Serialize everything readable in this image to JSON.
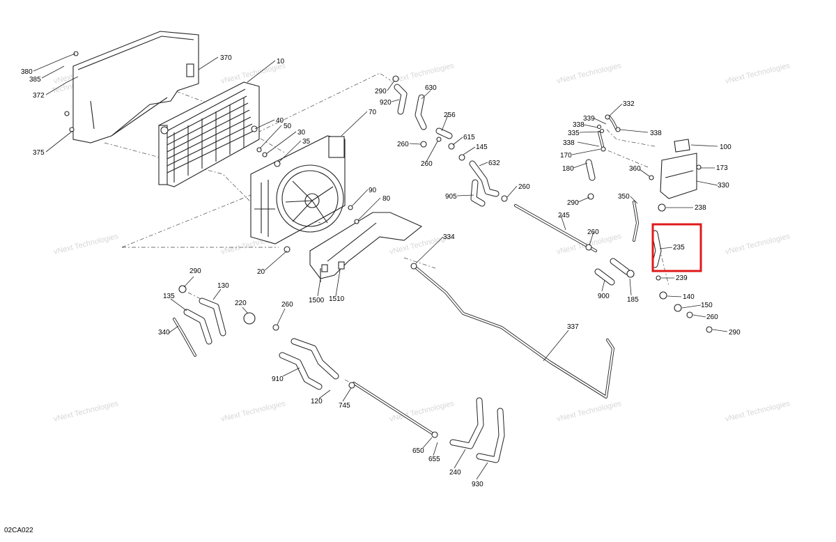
{
  "watermark": "vNext Technologies",
  "figure_code": "02CA022",
  "highlight_color": "#e0191b",
  "callouts": [
    "380",
    "385",
    "372",
    "375",
    "370",
    "10",
    "40",
    "50",
    "30",
    "35",
    "70",
    "90",
    "80",
    "20",
    "290",
    "920",
    "630",
    "256",
    "260",
    "615",
    "145",
    "632",
    "905",
    "245",
    "334",
    "1500",
    "1510",
    "332",
    "339",
    "338",
    "335",
    "170",
    "180",
    "100",
    "173",
    "360",
    "330",
    "350",
    "238",
    "235",
    "239",
    "140",
    "150",
    "900",
    "185",
    "337",
    "135",
    "130",
    "220",
    "340",
    "910",
    "120",
    "745",
    "650",
    "655",
    "240",
    "930"
  ],
  "highlighted_callout": "235"
}
